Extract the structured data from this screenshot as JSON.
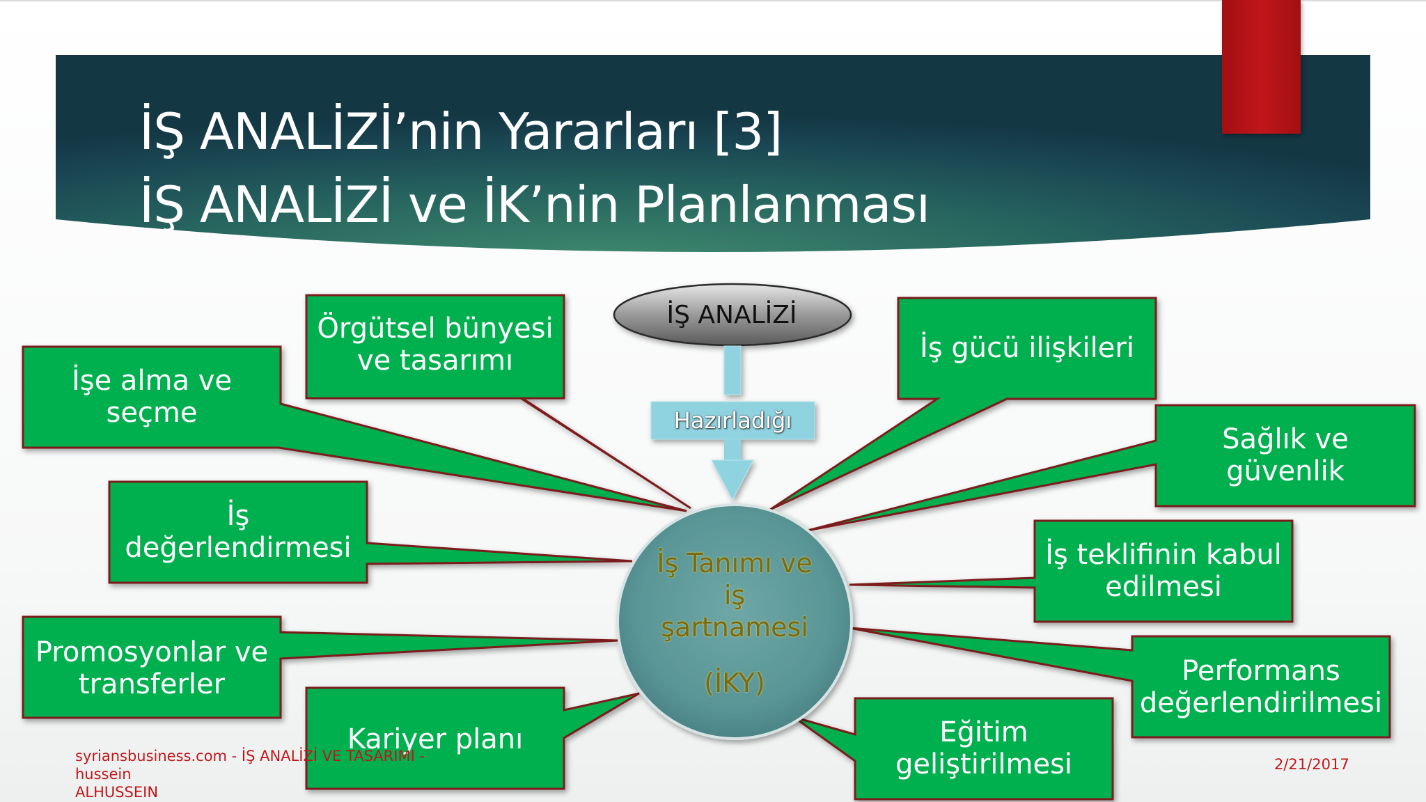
{
  "title": {
    "line1": "İŞ ANALİZİ’nin Yararları [3]",
    "line2": "İŞ ANALİZİ ve İK’nin Planlanması"
  },
  "diagram": {
    "source": "İŞ ANALİZİ",
    "arrow_label": "Hazırladığı",
    "center": {
      "line1": "İş Tanımı ve",
      "line2": "iş",
      "line3": "şartnamesi",
      "line4": "(İKY)"
    },
    "boxes": [
      "Örgütsel bünyesi ve tasarımı",
      "İşe alma ve seçme",
      "İş değerlendirmesi",
      "Promosyonlar ve transferler",
      "Kariyer planı",
      "İş gücü ilişkileri",
      "Sağlık ve güvenlik",
      "İş teklifinin kabul edilmesi",
      "Performans değerlendirilmesi",
      "Eğitim geliştirilmesi"
    ]
  },
  "colors": {
    "box_fill": "#00b050",
    "box_border": "#7b1c1c",
    "accent_red": "#c0161a",
    "banner_dark": "#153a47",
    "arrow_fill": "#8fd3e0"
  },
  "footer": {
    "source_line1": "syriansbusiness.com - İŞ ANALİZİ VE TASARIMI - hussein",
    "source_line2": "ALHUSSEIN",
    "date": "2/21/2017"
  }
}
